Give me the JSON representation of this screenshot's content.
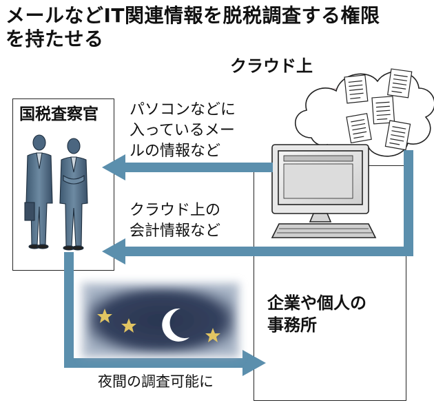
{
  "title": {
    "line1": "メールなどIT関連情報を脱税調査する権限",
    "line2": "を持たせる"
  },
  "inspector_box": {
    "label": "国税査察官"
  },
  "cloud": {
    "label": "クラウド上"
  },
  "arrow_email": {
    "line1": "パソコンなどに",
    "line2": "入っているメー",
    "line3": "ルの情報など"
  },
  "arrow_cloud": {
    "line1": "クラウド上の",
    "line2": "会計情報など"
  },
  "office_box": {
    "line1": "企業や個人の",
    "line2": "事務所"
  },
  "night_caption": "夜間の調査可能に",
  "colors": {
    "arrow": "#5b8fad",
    "cloud_shadow": "#e0cfd3",
    "night_sky": "#2a3550",
    "night_glow": "#8f9fb6",
    "star": "#e2c562",
    "moon": "#ffffff"
  },
  "icons": [
    "person-icon",
    "computer-icon",
    "document-icon",
    "star-icon",
    "moon-icon"
  ]
}
